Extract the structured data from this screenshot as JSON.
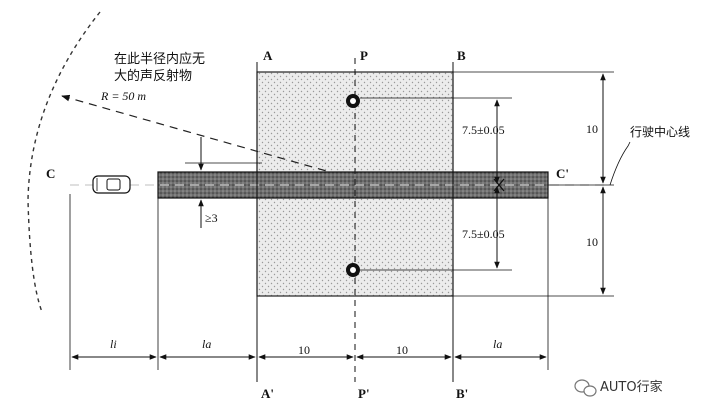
{
  "labels": {
    "A": "A",
    "P": "P",
    "B": "B",
    "A_prime": "A'",
    "P_prime": "P'",
    "B_prime": "B'",
    "C": "C",
    "C_prime": "C'",
    "no_reflector_line1": "在此半径内应无",
    "no_reflector_line2": "大的声反射物",
    "radius": "R = 50 m",
    "offset_top": "7.5±0.05",
    "offset_bottom": "7.5±0.05",
    "right_top_dim": "10",
    "right_bottom_dim": "10",
    "center_line_label": "行驶中心线",
    "min_width": "≥3",
    "bottom_li": "li",
    "bottom_la_left": "la",
    "bottom_10_left": "10",
    "bottom_10_right": "10",
    "bottom_la_right": "la"
  },
  "watermark": {
    "text": "AUTO行家",
    "icon": "wechat-icon"
  }
}
